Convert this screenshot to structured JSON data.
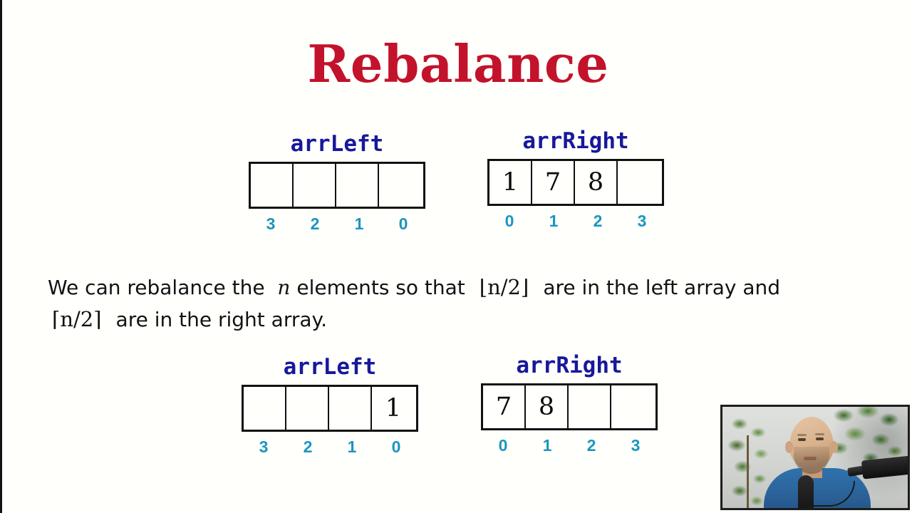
{
  "slide": {
    "title": "Rebalance",
    "background_color": "#fffffc",
    "title_color": "#c3122b",
    "label_color": "#18189c",
    "index_color": "#1b96c0"
  },
  "arrays": {
    "top_left": {
      "label": "arrLeft",
      "cells": [
        "",
        "",
        "",
        ""
      ],
      "indices": [
        "3",
        "2",
        "1",
        "0"
      ]
    },
    "top_right": {
      "label": "arrRight",
      "cells": [
        "1",
        "7",
        "8",
        ""
      ],
      "indices": [
        "0",
        "1",
        "2",
        "3"
      ]
    },
    "bottom_left": {
      "label": "arrLeft",
      "cells": [
        "",
        "",
        "",
        "1"
      ],
      "indices": [
        "3",
        "2",
        "1",
        "0"
      ]
    },
    "bottom_right": {
      "label": "arrRight",
      "cells": [
        "7",
        "8",
        "",
        ""
      ],
      "indices": [
        "0",
        "1",
        "2",
        "3"
      ]
    }
  },
  "body": {
    "part1": "We can rebalance the",
    "math_n": "n",
    "part2": "elements so that",
    "math_floor": "⌊n/2⌋",
    "part3": "are in the left array and",
    "math_ceil": "⌈n/2⌉",
    "part4": "are in the right array."
  },
  "webcam": {
    "description": "presenter-video-inset"
  }
}
